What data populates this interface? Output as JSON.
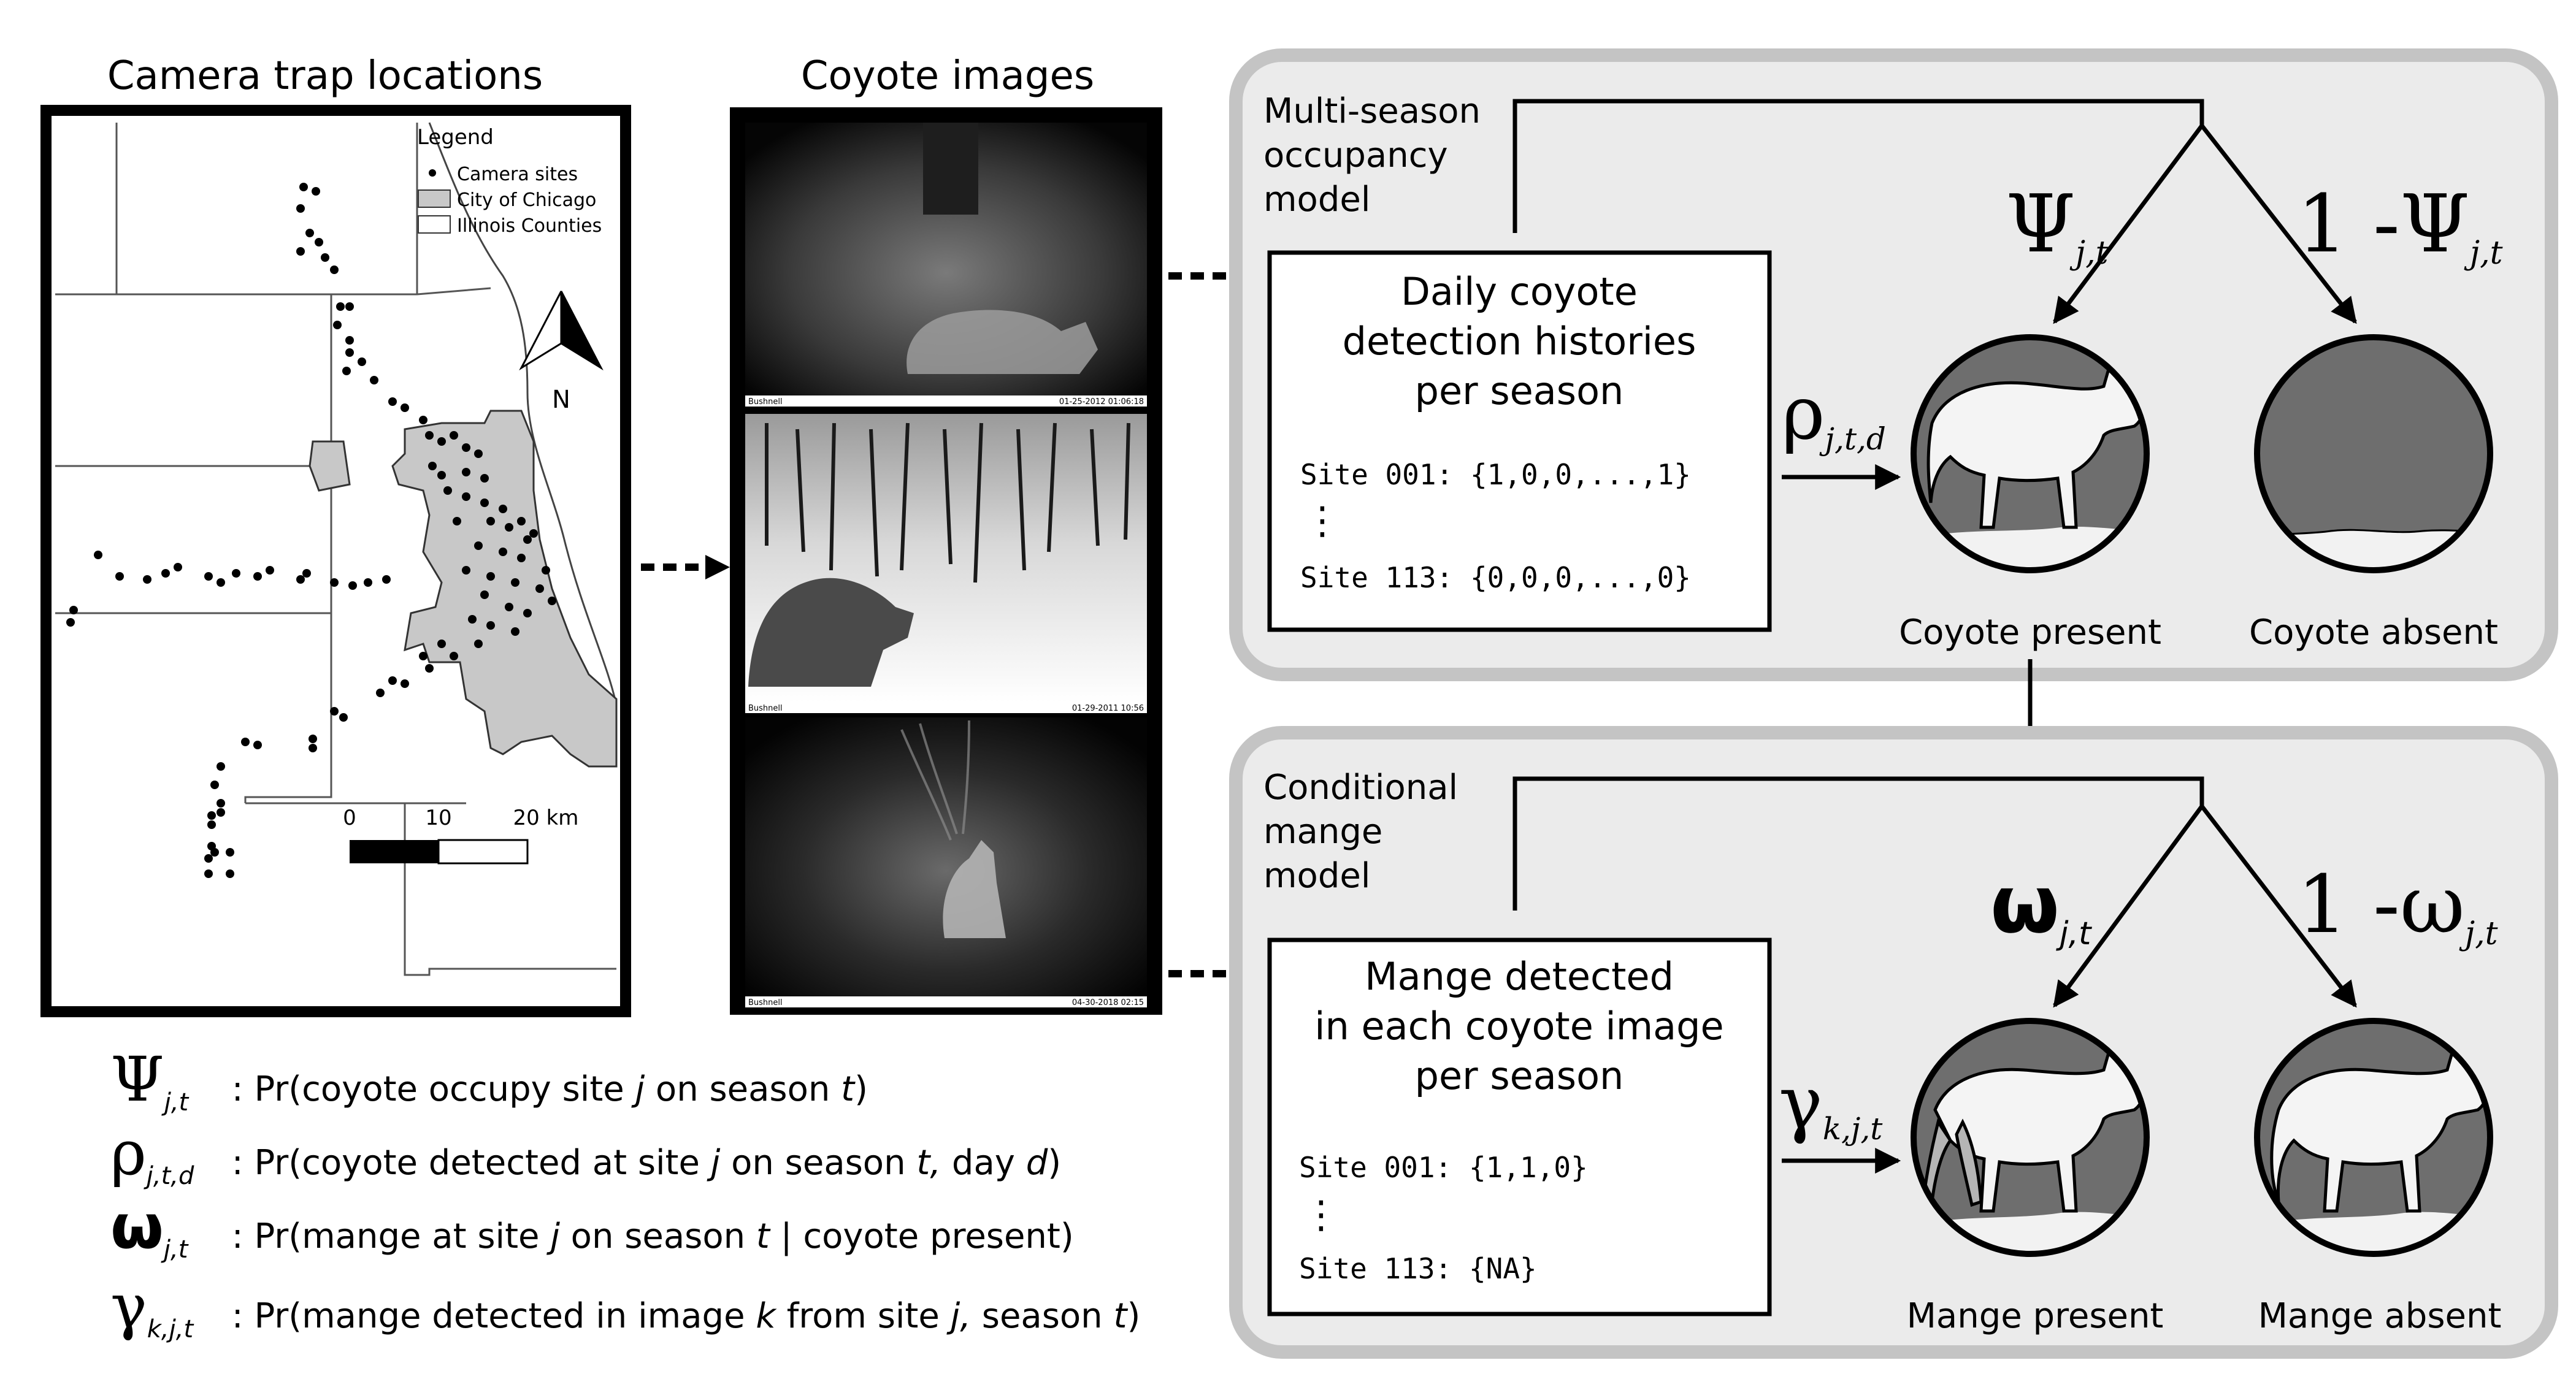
{
  "panels": {
    "map_title": "Camera trap locations",
    "images_title": "Coyote images"
  },
  "map": {
    "legend_title": "Legend",
    "legend_items": [
      "Camera sites",
      "City of Chicago",
      "Illinois Counties"
    ],
    "north_label": "N",
    "scale_labels": [
      "0",
      "10",
      "20 km"
    ]
  },
  "photos": {
    "stamps": [
      "01-25-2012  01:06:18",
      "01-29-2011  10:56",
      "04-30-2018  02:15"
    ],
    "brand": "Bushnell"
  },
  "occupancy": {
    "title_lines": [
      "Multi-season",
      "occupancy",
      "model"
    ],
    "box_lines": [
      "Daily coyote",
      "detection histories",
      "per season"
    ],
    "site_first": "Site 001: {1,0,0,...,1}",
    "site_last": "Site 113: {0,0,0,...,0}",
    "dots": "⋮",
    "rho_symbol": "ρ",
    "rho_sub": "j,t,d",
    "psi_symbol": "Ψ",
    "psi_sub": "j,t",
    "one_minus_psi": "1 -Ψ",
    "one_minus_psi_sub": "j,t",
    "present_label": "Coyote present",
    "absent_label": "Coyote absent"
  },
  "mange": {
    "title_lines": [
      "Conditional",
      "mange",
      "model"
    ],
    "box_lines": [
      "Mange detected",
      "in each coyote image",
      "per season"
    ],
    "site_first": "Site 001: {1,1,0}",
    "site_last": "Site 113: {NA}",
    "dots": "⋮",
    "gamma_symbol": "γ",
    "gamma_sub": "k,j,t",
    "omega_symbol": "ω",
    "omega_sub": "j,t",
    "one_minus_omega": "1 -ω",
    "one_minus_omega_sub": "j,t",
    "present_label": "Mange present",
    "absent_label": "Mange absent"
  },
  "legend_defs": [
    {
      "symbol": "Ψ",
      "sub": "j,t",
      "pre": " : Pr(coyote occupy site ",
      "i1": "j",
      "mid": " on season ",
      "i2": "t",
      "post": ")"
    },
    {
      "symbol": "ρ",
      "sub": "j,t,d",
      "pre": " : Pr(coyote detected at site ",
      "i1": "j",
      "mid": " on season ",
      "i2": "t,",
      "post": " day ",
      "i3": "d",
      "post2": ")"
    },
    {
      "symbol": "ω",
      "sub": "j,t",
      "pre": " : Pr(mange at site ",
      "i1": "j",
      "mid": " on season ",
      "i2": "t",
      "post": " | coyote present)"
    },
    {
      "symbol": "γ",
      "sub": "k,j,t",
      "pre": " : Pr(mange detected in image ",
      "i1": "k",
      "mid": " from site ",
      "i2": "j,",
      "post": " season ",
      "i3": "t",
      "post2": ")"
    }
  ],
  "colors": {
    "panel_bg": "#ebebeb",
    "panel_border": "#c4c4c4",
    "city_fill": "#c8c8c8",
    "circle_fill": "#6e6e6e",
    "snow_fill": "#f2f2f2"
  }
}
